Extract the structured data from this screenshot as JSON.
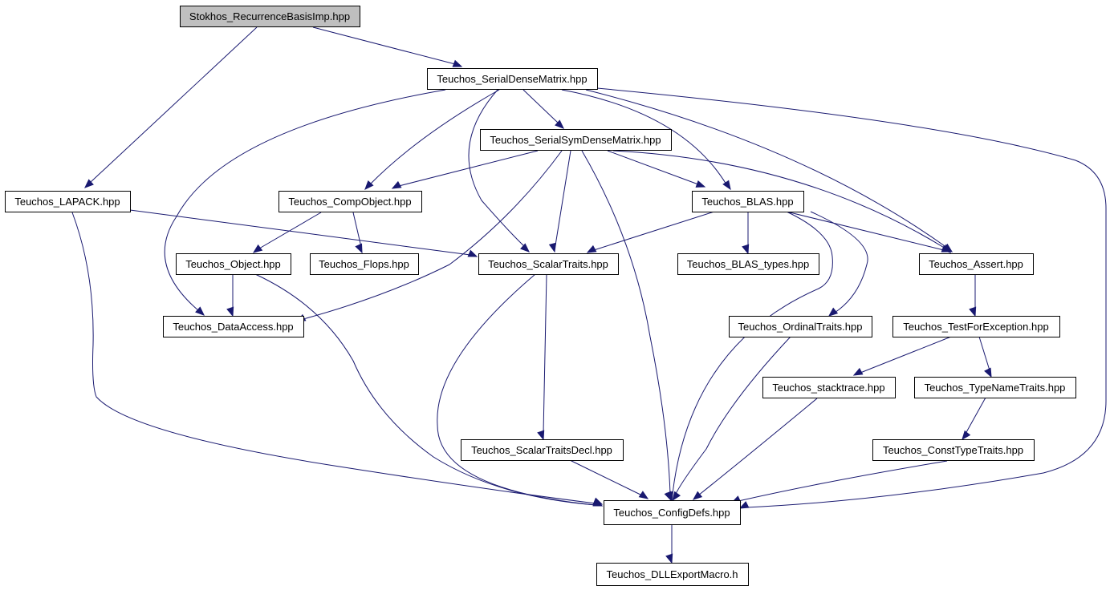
{
  "colors": {
    "edge": "#191970",
    "root_fill": "#bfbfbf",
    "node_fill": "#ffffff",
    "border": "#000000"
  },
  "nodes": {
    "stokhos_recurrence": "Stokhos_RecurrenceBasisImp.hpp",
    "serial_dense_matrix": "Teuchos_SerialDenseMatrix.hpp",
    "serial_sym_dense_matrix": "Teuchos_SerialSymDenseMatrix.hpp",
    "lapack": "Teuchos_LAPACK.hpp",
    "comp_object": "Teuchos_CompObject.hpp",
    "blas": "Teuchos_BLAS.hpp",
    "object": "Teuchos_Object.hpp",
    "flops": "Teuchos_Flops.hpp",
    "scalar_traits": "Teuchos_ScalarTraits.hpp",
    "blas_types": "Teuchos_BLAS_types.hpp",
    "assert": "Teuchos_Assert.hpp",
    "data_access": "Teuchos_DataAccess.hpp",
    "ordinal_traits": "Teuchos_OrdinalTraits.hpp",
    "test_for_exception": "Teuchos_TestForException.hpp",
    "stacktrace": "Teuchos_stacktrace.hpp",
    "type_name_traits": "Teuchos_TypeNameTraits.hpp",
    "scalar_traits_decl": "Teuchos_ScalarTraitsDecl.hpp",
    "const_type_traits": "Teuchos_ConstTypeTraits.hpp",
    "config_defs": "Teuchos_ConfigDefs.hpp",
    "dll_export_macro": "Teuchos_DLLExportMacro.h"
  }
}
